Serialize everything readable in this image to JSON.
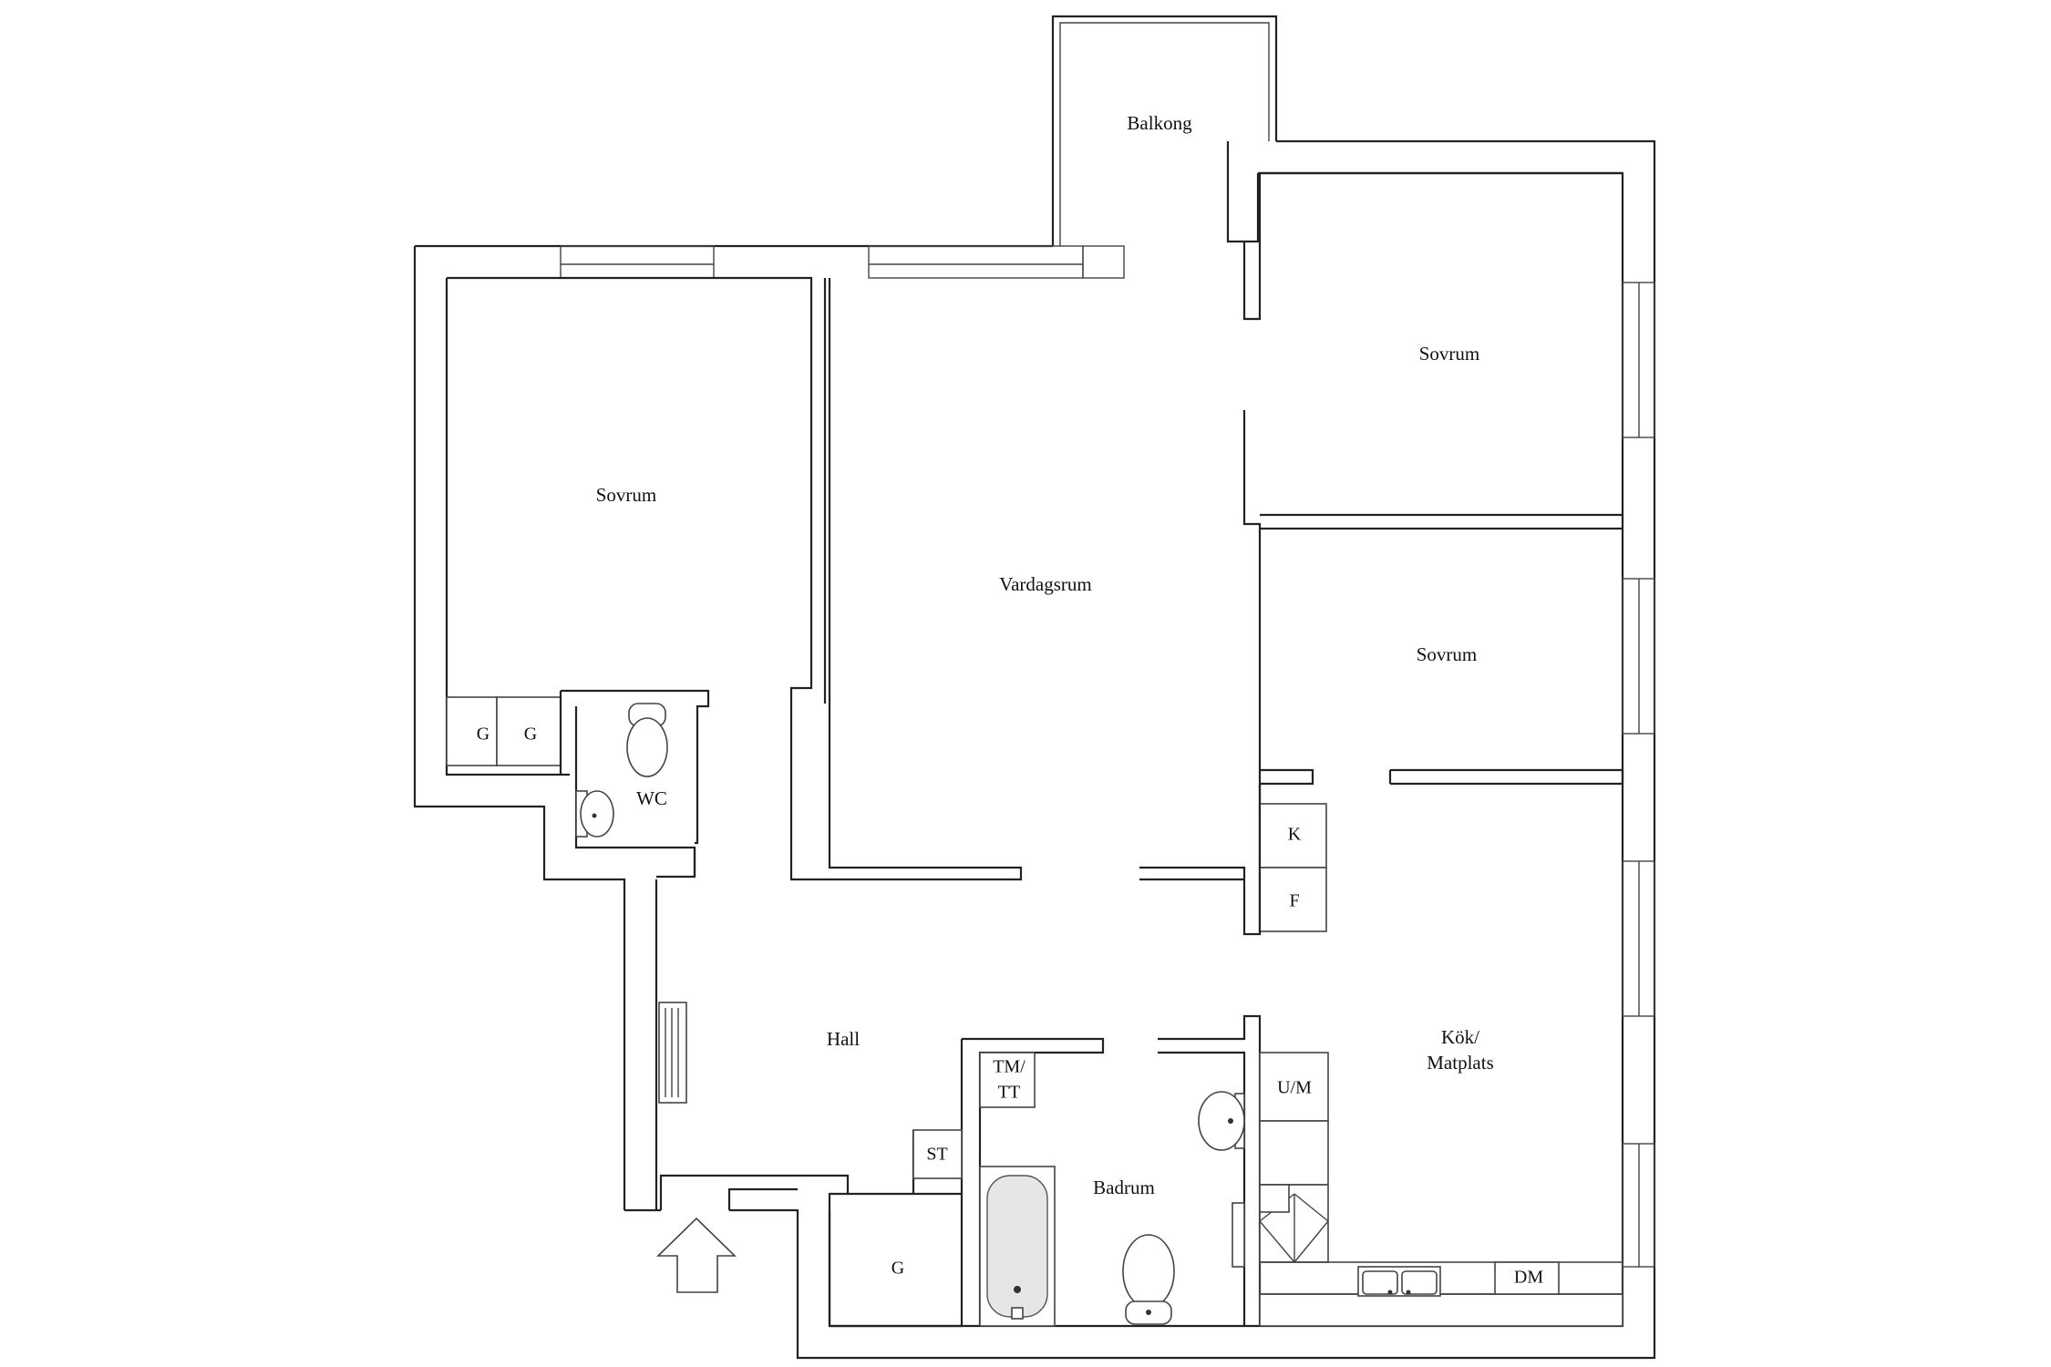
{
  "rooms": {
    "balkong": "Balkong",
    "sovrum_left": "Sovrum",
    "vardagsrum": "Vardagsrum",
    "sovrum_top_right": "Sovrum",
    "sovrum_mid_right": "Sovrum",
    "wc": "WC",
    "hall": "Hall",
    "badrum": "Badrum",
    "kok_line1": "Kök/",
    "kok_line2": "Matplats"
  },
  "storage": {
    "g1": "G",
    "g2": "G",
    "g_hall": "G",
    "k": "K",
    "f": "F",
    "um": "U/M",
    "tmtt_line1": "TM/",
    "tmtt_line2": "TT",
    "st": "ST",
    "dm": "DM"
  },
  "colors": {
    "wall": "#222222",
    "background": "#ffffff"
  }
}
